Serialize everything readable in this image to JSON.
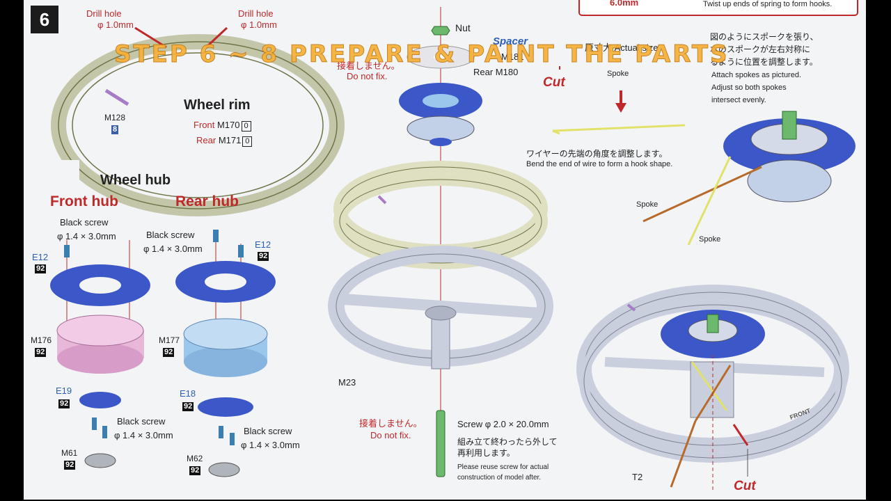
{
  "step_number": "6",
  "overlay_title": "STEP 6 ~ 8 PREPARE & PAINT THE PARTS",
  "top_box": {
    "value": "6.0mm",
    "note": "Twist up ends of spring to form hooks."
  },
  "rim": {
    "drill_hole_left": {
      "label": "Drill hole",
      "size": "φ 1.0mm"
    },
    "drill_hole_right": {
      "label": "Drill hole",
      "size": "φ 1.0mm"
    },
    "part": "M128",
    "part_tag": "8",
    "title": "Wheel rim",
    "front": {
      "label": "Front",
      "part": "M170",
      "qty": "0"
    },
    "rear": {
      "label": "Rear",
      "part": "M171",
      "qty": "0"
    }
  },
  "hub": {
    "title": "Wheel hub",
    "front_label": "Front hub",
    "rear_label": "Rear hub",
    "screw_1": {
      "label": "Black screw",
      "size": "φ 1.4 × 3.0mm"
    },
    "screw_2": {
      "label": "Black screw",
      "size": "φ 1.4 × 3.0mm"
    },
    "screw_3": {
      "label": "Black screw",
      "size": "φ 1.4 × 3.0mm"
    },
    "screw_4": {
      "label": "Black screw",
      "size": "φ 1.4 × 3.0mm"
    },
    "e12_left": "E12",
    "e12_left_tag": "92",
    "e12_right": "E12",
    "e12_right_tag": "92",
    "m176": "M176",
    "m176_tag": "92",
    "m177": "M177",
    "m177_tag": "92",
    "e19": "E19",
    "e19_tag": "92",
    "e18": "E18",
    "e18_tag": "92",
    "m61": "M61",
    "m61_tag": "92",
    "m62": "M62",
    "m62_tag": "92"
  },
  "center": {
    "nut": "Nut",
    "spacer": "Spacer",
    "spacer_rest": "M181",
    "rear_spacer": "Rear M180",
    "no_fix_top_jp": "接着しません。",
    "no_fix_top_en": "Do not fix.",
    "m23": "M23",
    "no_fix_bottom_jp": "接着しません。",
    "no_fix_bottom_en": "Do not fix.",
    "screw": "Screw  φ 2.0 × 20.0mm",
    "screw_jp_1": "組み立て終わったら外して",
    "screw_jp_2": "再利用します。",
    "screw_en_1": "Please reuse screw for actual",
    "screw_en_2": "construction of model after."
  },
  "right": {
    "actual_size": "原寸大 Actual size",
    "cut_top": "Cut",
    "spoke_top": "Spoke",
    "jp_instr_1": "図のようにスポークを張り、",
    "jp_instr_2": "本のスポークが左右対称に",
    "jp_instr_3": "るように位置を調整します。",
    "en_instr_1": "Attach spokes as pictured.",
    "en_instr_2": "Adjust so both spokes",
    "en_instr_3": "intersect evenly.",
    "wire_jp": "ワイヤーの先端の角度を調整します。",
    "wire_en": "Bend the end of wire to form a hook shape.",
    "spoke_a": "Spoke",
    "spoke_b": "Spoke",
    "t2": "T2",
    "cut_bottom": "Cut",
    "front_mark": "FRONT"
  },
  "colors": {
    "hub_blue": "#3b57c8",
    "front_hub_pink": "#e8b8d8",
    "rear_hub_cyan": "#9cc7ec",
    "rim_olive": "#dfe0c2",
    "jig_grey": "#c9cfdd",
    "label_red": "#c0282a",
    "title_orange": "#f6b038"
  }
}
